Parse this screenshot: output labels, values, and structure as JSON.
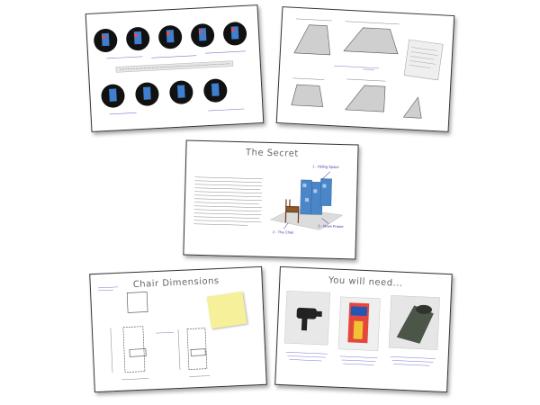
{
  "pages": {
    "secret": {
      "title": "The Secret",
      "label_hiding_space": "1 - Hiding Space",
      "label_the_chair": "2 - The Chair",
      "label_move_frame": "3 - Move Frame"
    },
    "dimensions": {
      "title": "Chair Dimensions"
    },
    "needs": {
      "title": "You will need..."
    }
  },
  "colors": {
    "cube_blue": "#4a86c8",
    "note_yellow": "#f5f099",
    "ink_blue": "#3a3aa0"
  }
}
